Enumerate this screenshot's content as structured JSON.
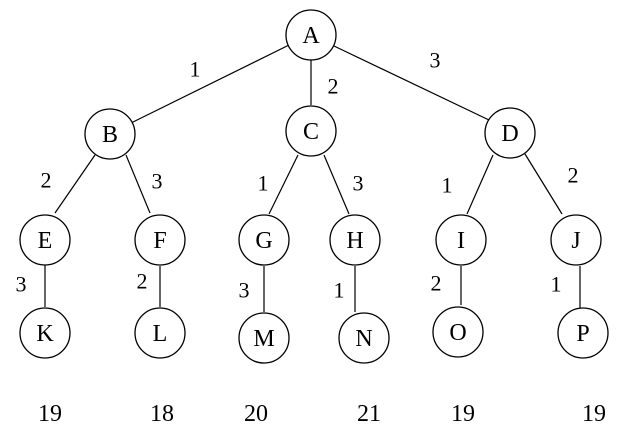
{
  "nodes": {
    "A": "A",
    "B": "B",
    "C": "C",
    "D": "D",
    "E": "E",
    "F": "F",
    "G": "G",
    "H": "H",
    "I": "I",
    "J": "J",
    "K": "K",
    "L": "L",
    "M": "M",
    "N": "N",
    "O": "O",
    "P": "P"
  },
  "edges": {
    "A_B": "1",
    "A_C": "2",
    "A_D": "3",
    "B_E": "2",
    "B_F": "3",
    "C_G": "1",
    "C_H": "3",
    "D_I": "1",
    "D_J": "2",
    "E_K": "3",
    "F_L": "2",
    "G_M": "3",
    "H_N": "1",
    "I_O": "2",
    "J_P": "1"
  },
  "leaf_totals": [
    {
      "value": "19",
      "color": "#000000"
    },
    {
      "value": "18",
      "color": "#e060c8"
    },
    {
      "value": "20",
      "color": "#000000"
    },
    {
      "value": "21",
      "color": "#000000"
    },
    {
      "value": "19",
      "color": "#3a8fd0"
    },
    {
      "value": "19",
      "color": "#000000"
    }
  ]
}
